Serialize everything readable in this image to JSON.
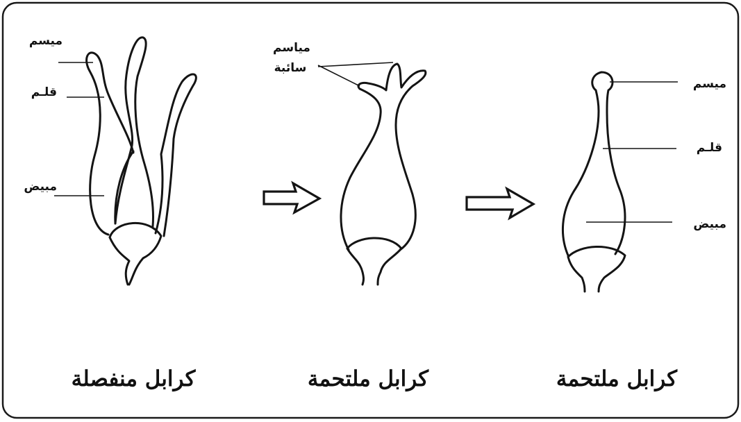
{
  "labels": {
    "stigma": "ميسم",
    "style": "قلـم",
    "ovary": "مبيض",
    "free_stigmas_line1": "مياسم",
    "free_stigmas_line2": "سائبة"
  },
  "captions": {
    "left": "كرابل منفصلة",
    "middle": "كرابل ملتحمة",
    "right": "كرابل ملتحمة"
  },
  "colors": {
    "ink": "#141414",
    "background": "#ffffff"
  }
}
